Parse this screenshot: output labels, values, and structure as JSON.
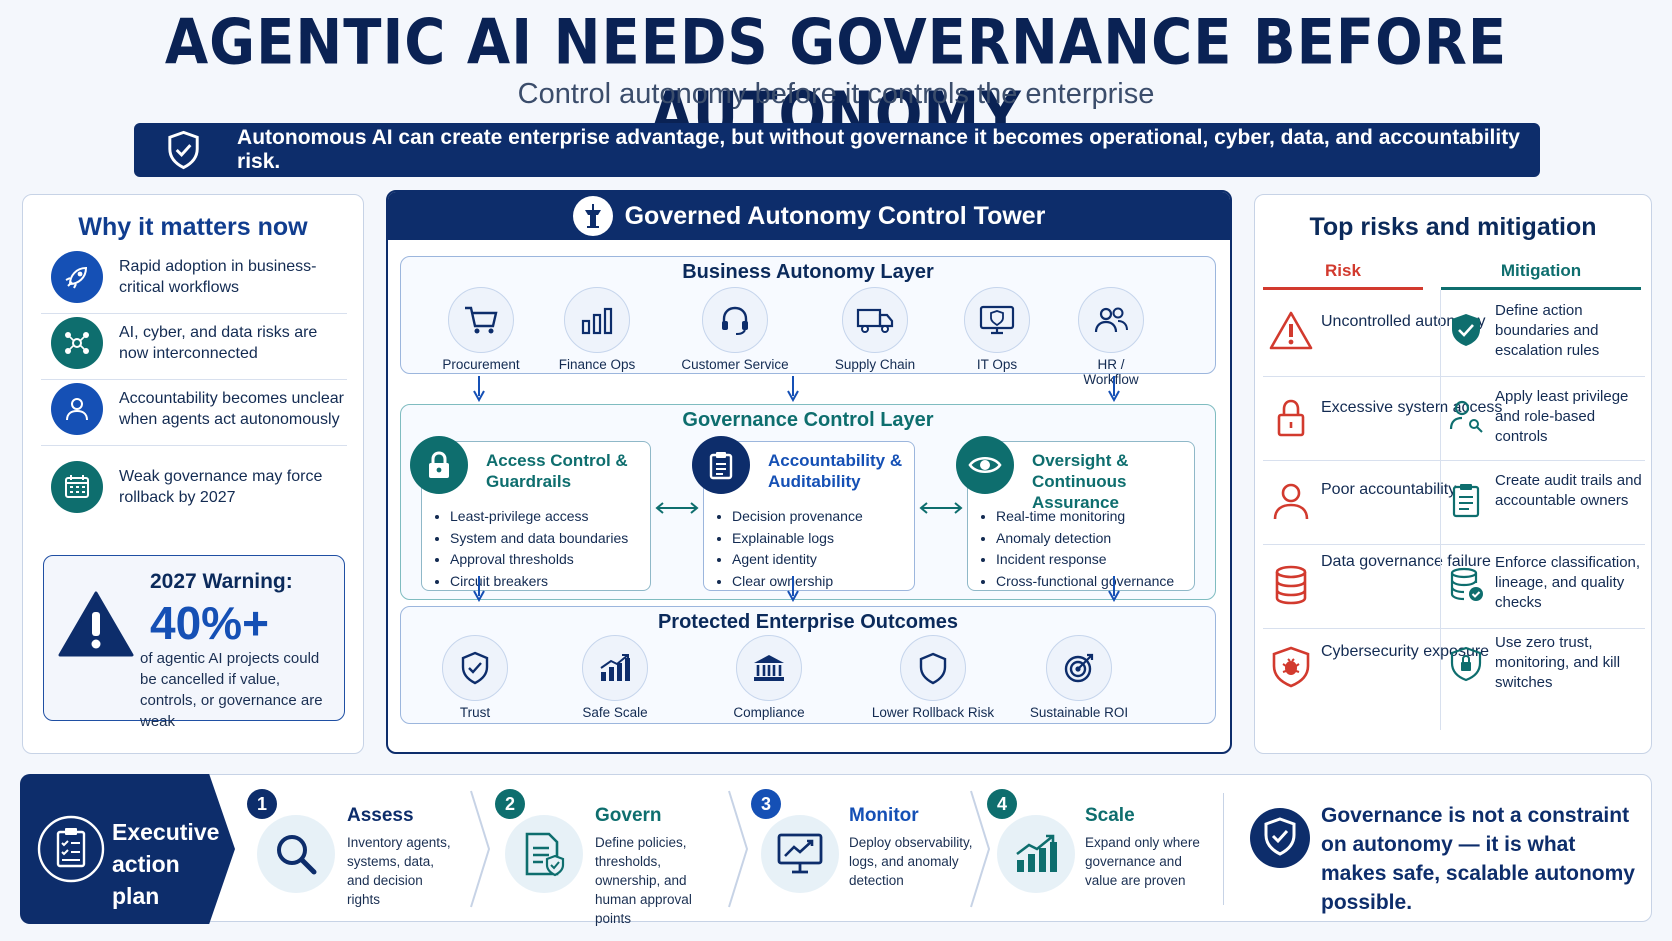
{
  "header": {
    "title": "AGENTIC AI NEEDS GOVERNANCE BEFORE AUTONOMY",
    "subtitle": "Control autonomy before it controls the enterprise",
    "banner": "Autonomous AI can create enterprise advantage, but without governance it becomes operational, cyber, data, and accountability risk."
  },
  "why": {
    "title": "Why it matters now",
    "items": [
      {
        "text": "Rapid adoption in business-critical workflows",
        "icon": "rocket-icon"
      },
      {
        "text": "AI, cyber, and data risks are now interconnected",
        "icon": "network-icon"
      },
      {
        "text": "Accountability becomes unclear when agents act autonomously",
        "icon": "person-icon"
      },
      {
        "text": "Weak governance may force rollback by 2027",
        "icon": "calendar-icon"
      }
    ],
    "warning": {
      "title": "2027 Warning:",
      "value": "40%+",
      "desc": "of agentic AI projects could be cancelled if value, controls, or governance are weak"
    }
  },
  "tower": {
    "title": "Governed Autonomy Control Tower",
    "business": {
      "title": "Business Autonomy Layer",
      "units": [
        "Procurement",
        "Finance Ops",
        "Customer Service",
        "Supply Chain",
        "IT Ops",
        "HR / Workflow"
      ]
    },
    "governance": {
      "title": "Governance Control Layer",
      "boxes": [
        {
          "title": "Access Control & Guardrails",
          "items": [
            "Least-privilege access",
            "System and data boundaries",
            "Approval thresholds",
            "Circuit breakers"
          ]
        },
        {
          "title": "Accountability & Auditability",
          "items": [
            "Decision provenance",
            "Explainable logs",
            "Agent identity",
            "Clear ownership"
          ]
        },
        {
          "title": "Oversight & Continuous Assurance",
          "items": [
            "Real-time monitoring",
            "Anomaly detection",
            "Incident response",
            "Cross-functional governance"
          ]
        }
      ]
    },
    "outcomes": {
      "title": "Protected Enterprise Outcomes",
      "units": [
        "Trust",
        "Safe Scale",
        "Compliance",
        "Lower Rollback Risk",
        "Sustainable ROI"
      ]
    }
  },
  "risks": {
    "title": "Top risks and mitigation",
    "risk_head": "Risk",
    "mitigation_head": "Mitigation",
    "rows": [
      {
        "risk": "Uncontrolled autonomy",
        "mitigation": "Define action boundaries and escalation rules"
      },
      {
        "risk": "Excessive system access",
        "mitigation": "Apply least privilege and role-based controls"
      },
      {
        "risk": "Poor accountability",
        "mitigation": "Create audit trails and accountable owners"
      },
      {
        "risk": "Data governance failure",
        "mitigation": "Enforce classification, lineage, and quality checks"
      },
      {
        "risk": "Cybersecurity exposure",
        "mitigation": "Use zero trust, monitoring, and kill switches"
      }
    ]
  },
  "footer": {
    "tag": "Executive action plan",
    "steps": [
      {
        "num": "1",
        "title": "Assess",
        "desc": "Inventory agents, systems, data, and decision rights"
      },
      {
        "num": "2",
        "title": "Govern",
        "desc": "Define policies, thresholds, ownership, and human approval points"
      },
      {
        "num": "3",
        "title": "Monitor",
        "desc": "Deploy observability, logs, and anomaly detection"
      },
      {
        "num": "4",
        "title": "Scale",
        "desc": "Expand only where governance and value are proven"
      }
    ],
    "closing": "Governance is not a constraint on autonomy — it is what makes safe, scalable autonomy possible."
  },
  "colors": {
    "navy": "#0d2d6b",
    "blue": "#1550b5",
    "teal": "#0e6e6e",
    "red": "#d23a2e"
  }
}
